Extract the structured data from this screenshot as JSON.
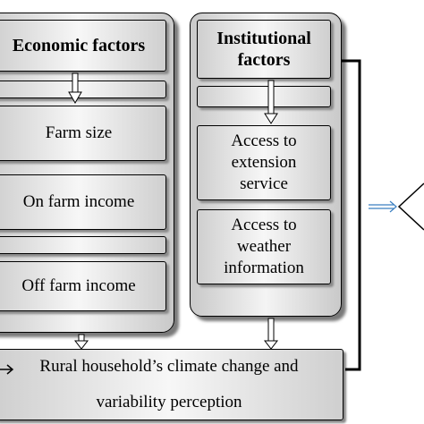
{
  "economic": {
    "title": "Economic factors",
    "items": [
      "Farm size",
      "On farm income",
      "Off farm income"
    ]
  },
  "institutional": {
    "title_line1": "Institutional",
    "title_line2": "factors",
    "item1_line1": "Access to",
    "item1_line2": "extension",
    "item1_line3": "service",
    "item2_line1": "Access to",
    "item2_line2": "weather",
    "item2_line3": "information"
  },
  "perception": {
    "line1": "Rural household’s climate change and",
    "line2": "variability perception"
  },
  "colors": {
    "border": "#000000",
    "arrow_blue": "#3a7fc1",
    "shadow": "#7a7a7a"
  }
}
